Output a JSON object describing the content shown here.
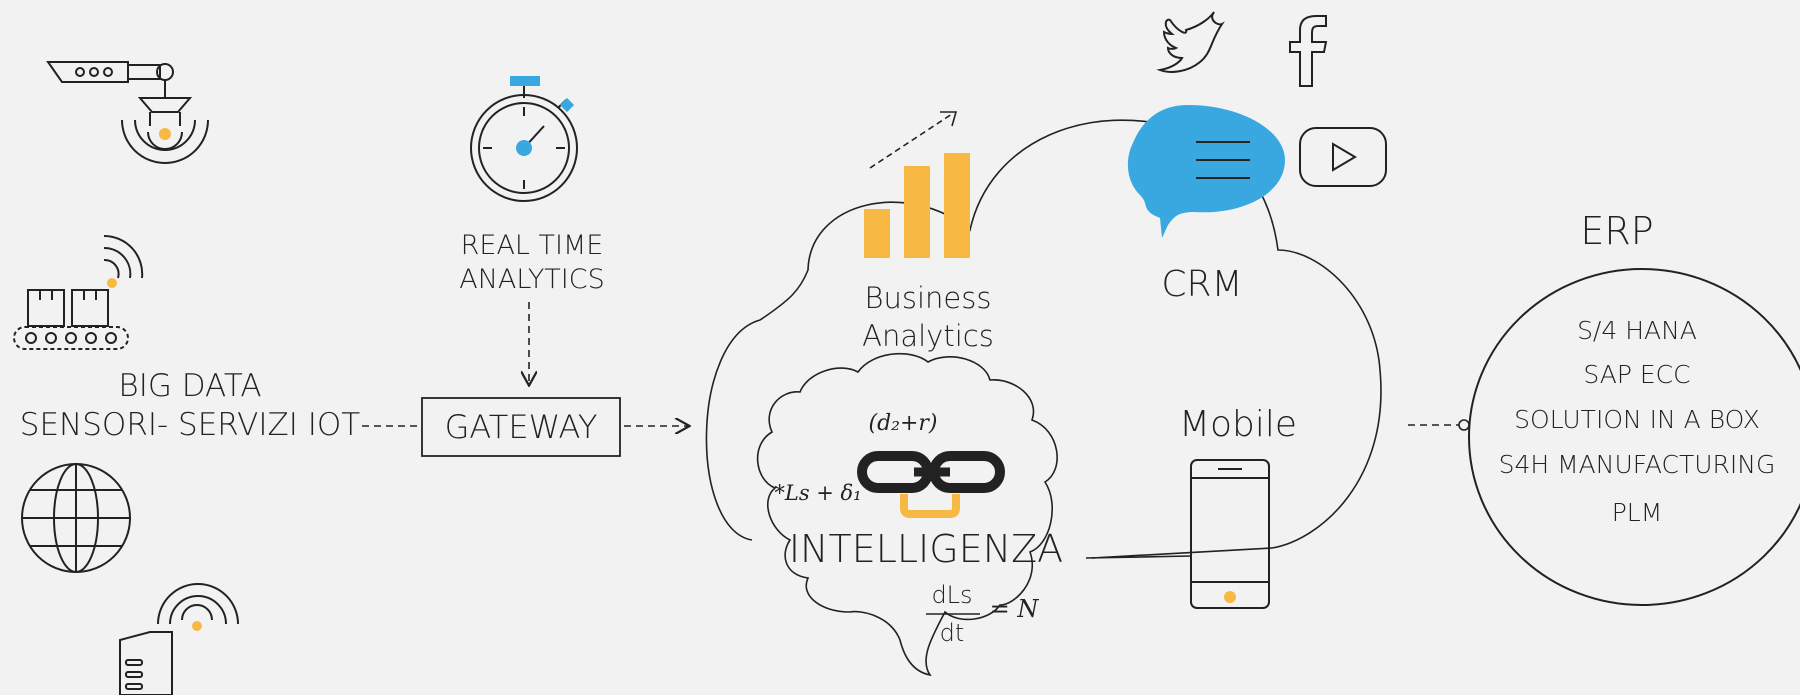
{
  "labels": {
    "big_data_line1": "BIG DATA",
    "big_data_line2": "SENSORI- SERVIZI IOT",
    "gateway": "GATEWAY",
    "real_time_line1": "REAL TIME",
    "real_time_line2": "ANALYTICS",
    "business_line1": "Business",
    "business_line2": "Analytics",
    "crm": "CRM",
    "mobile": "Mobile",
    "intelligenza": "INTELLIGENZA",
    "erp": "ERP"
  },
  "erp_items": [
    "S/4 HANA",
    "SAP ECC",
    "SOLUTION IN A BOX",
    "S4H MANUFACTURING",
    "PLM"
  ],
  "formulas": {
    "top": "(d₂+r)",
    "left": "*Ls + δ₁",
    "numerator": "dLs",
    "denominator": "dt",
    "equals": "= N"
  },
  "colors": {
    "blue": "#3aa8e0",
    "yellow": "#f7b944",
    "dark": "#222222",
    "background": "#f2f2f2"
  },
  "icons": [
    "robot-arm-icon",
    "conveyor-boxes-icon",
    "globe-icon",
    "sim-card-icon",
    "stopwatch-icon",
    "bar-chart-icon",
    "chat-bubble-icon",
    "twitter-icon",
    "facebook-icon",
    "youtube-icon",
    "smartphone-icon",
    "chain-link-icon"
  ]
}
